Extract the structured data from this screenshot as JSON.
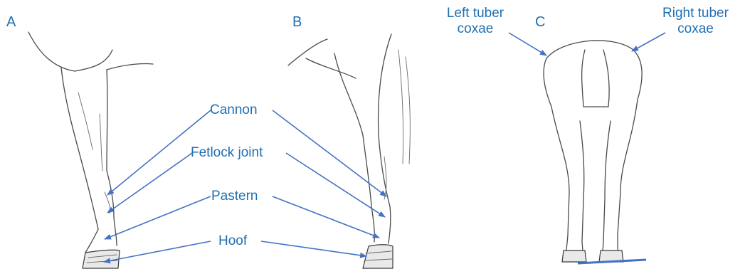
{
  "panels": {
    "a": {
      "letter": "A"
    },
    "b": {
      "letter": "B"
    },
    "c": {
      "letter": "C"
    }
  },
  "labels": {
    "cannon": "Cannon",
    "fetlock": "Fetlock joint",
    "pastern": "Pastern",
    "hoof": "Hoof",
    "left_tuber_line1": "Left tuber",
    "left_tuber_line2": "coxae",
    "right_tuber_line1": "Right tuber",
    "right_tuber_line2": "coxae"
  },
  "colors": {
    "label": "#1f6fb2",
    "arrow": "#4472c4",
    "sketch": "#4a4a4a"
  }
}
